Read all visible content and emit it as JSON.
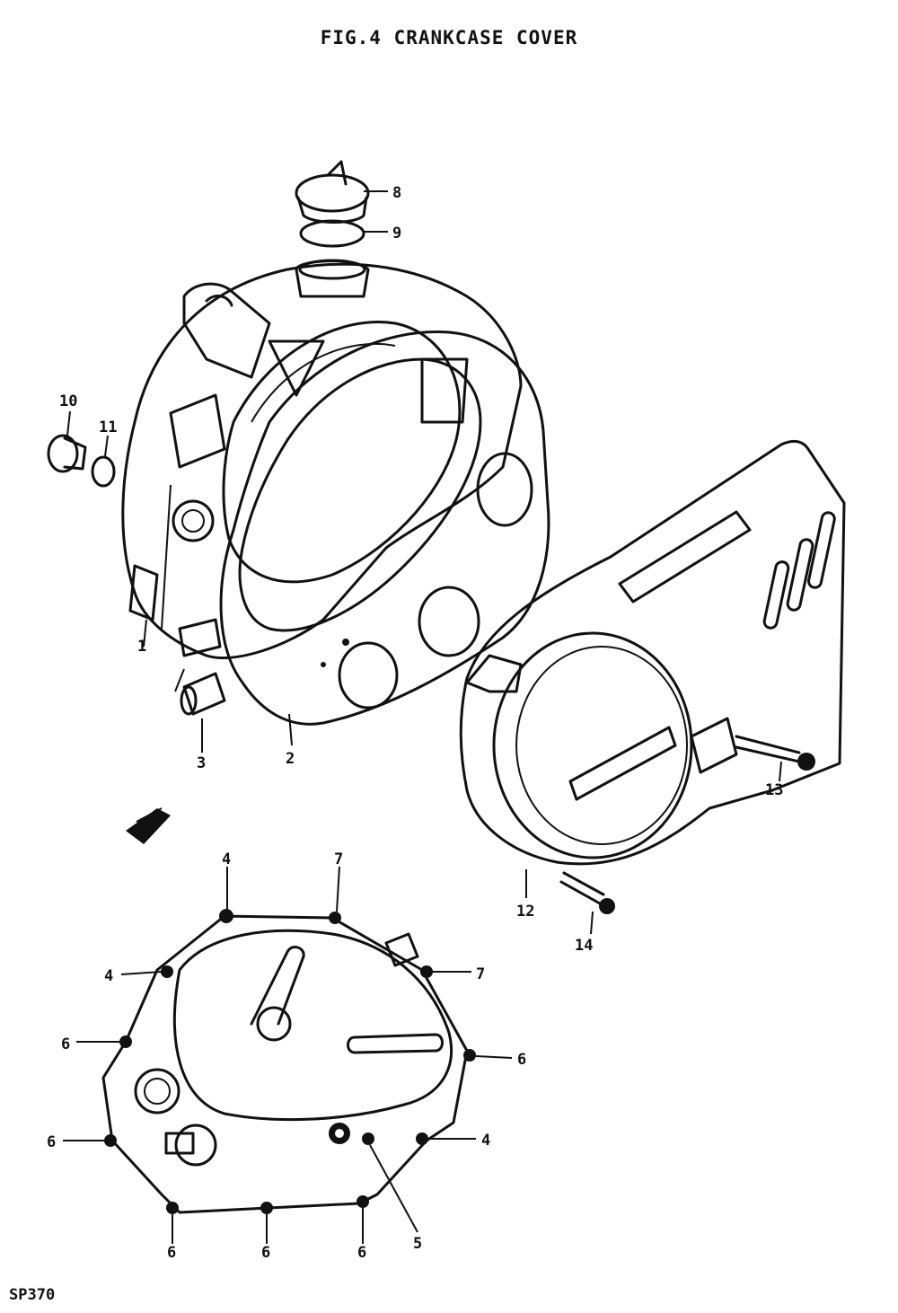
{
  "figure": {
    "title": "FIG.4  CRANKCASE COVER",
    "code": "SP370"
  },
  "callouts": {
    "c1": "1",
    "c2": "2",
    "c3": "3",
    "c4a": "4",
    "c4b": "4",
    "c4c": "4",
    "c5": "5",
    "c6a": "6",
    "c6b": "6",
    "c6c": "6",
    "c6d": "6",
    "c6e": "6",
    "c6f": "6",
    "c7a": "7",
    "c7b": "7",
    "c8": "8",
    "c9": "9",
    "c10": "10",
    "c11": "11",
    "c12": "12",
    "c13": "13",
    "c14": "14"
  }
}
